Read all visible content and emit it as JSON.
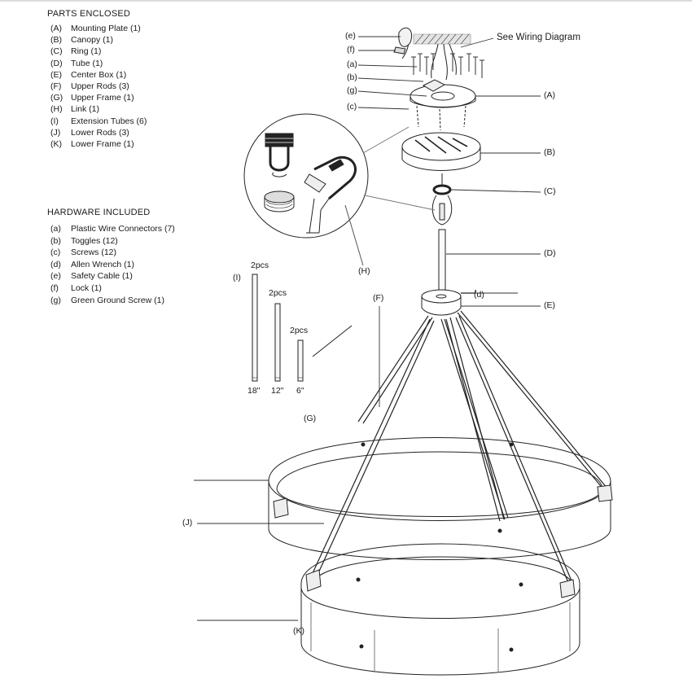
{
  "parts": {
    "title": "PARTS ENCLOSED",
    "items": [
      {
        "key": "(A)",
        "label": "Mounting Plate (1)"
      },
      {
        "key": "(B)",
        "label": "Canopy (1)"
      },
      {
        "key": "(C)",
        "label": "Ring (1)"
      },
      {
        "key": "(D)",
        "label": "Tube (1)"
      },
      {
        "key": "(E)",
        "label": "Center Box (1)"
      },
      {
        "key": "(F)",
        "label": "Upper Rods (3)"
      },
      {
        "key": "(G)",
        "label": "Upper Frame (1)"
      },
      {
        "key": "(H)",
        "label": "Link (1)"
      },
      {
        "key": "(I)",
        "label": "Extension Tubes (6)"
      },
      {
        "key": "(J)",
        "label": "Lower Rods (3)"
      },
      {
        "key": "(K)",
        "label": "Lower Frame (1)"
      }
    ]
  },
  "hardware": {
    "title": "HARDWARE INCLUDED",
    "items": [
      {
        "key": "(a)",
        "label": "Plastic Wire Connectors (7)"
      },
      {
        "key": "(b)",
        "label": "Toggles (12)"
      },
      {
        "key": "(c)",
        "label": "Screws (12)"
      },
      {
        "key": "(d)",
        "label": "Allen Wrench (1)"
      },
      {
        "key": "(e)",
        "label": "Safety Cable (1)"
      },
      {
        "key": "(f)",
        "label": "Lock (1)"
      },
      {
        "key": "(g)",
        "label": "Green Ground Screw (1)"
      }
    ]
  },
  "diagram": {
    "wiring_note": "See Wiring Diagram",
    "callouts": {
      "e": "(e)",
      "f": "(f)",
      "a": "(a)",
      "b": "(b)",
      "g": "(g)",
      "c": "(c)",
      "d": "(d)",
      "A": "(A)",
      "B": "(B)",
      "C": "(C)",
      "D": "(D)",
      "E": "(E)",
      "F": "(F)",
      "G": "(G)",
      "H": "(H)",
      "I": "(I)",
      "J": "(J)",
      "K": "(K)"
    },
    "extension_tubes": [
      {
        "qty": "2pcs",
        "length": "18\""
      },
      {
        "qty": "2pcs",
        "length": "12\""
      },
      {
        "qty": "2pcs",
        "length": "6\""
      }
    ]
  }
}
